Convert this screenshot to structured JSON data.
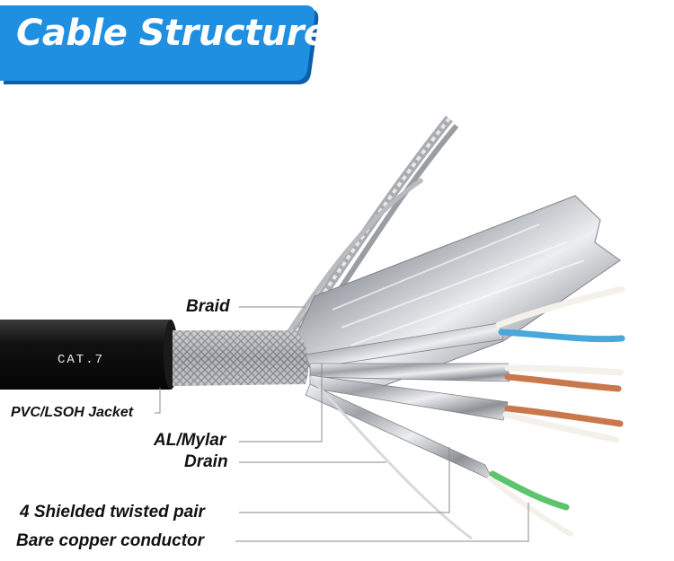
{
  "title": "Cable Structure",
  "cable_print": "CAT.7",
  "labels": {
    "braid": "Braid",
    "jacket": "PVC/LSOH Jacket",
    "al_mylar": "AL/Mylar",
    "drain": "Drain",
    "shielded_pair": "4 Shielded twisted pair",
    "copper": "Bare copper conductor"
  },
  "colors": {
    "banner": "#1e8fe1",
    "banner_shadow": "#0d5fa8",
    "jacket": "#111111",
    "braid": "#b9bcc0",
    "foil": "#d9dce0",
    "copper": "#c8784a",
    "wire_blue": "#4aa7dc",
    "wire_green": "#5cc46a",
    "wire_white": "#f4f0ea",
    "leader": "#8a8a8a"
  }
}
